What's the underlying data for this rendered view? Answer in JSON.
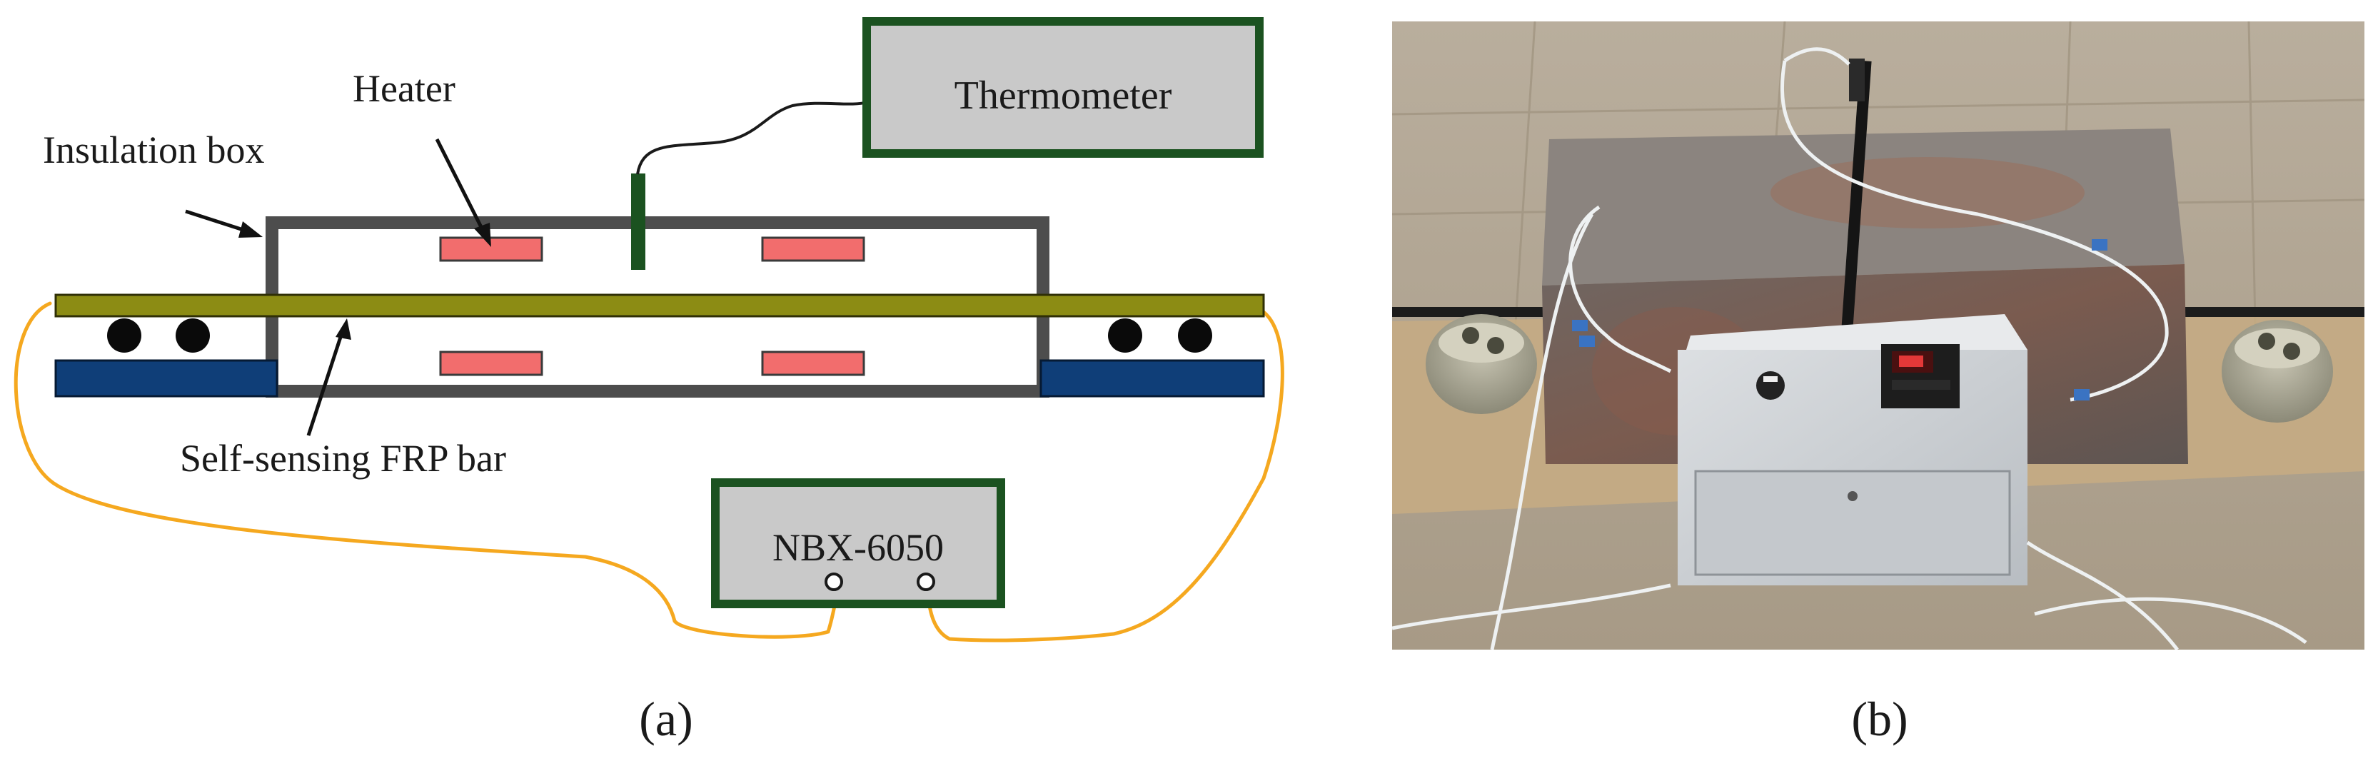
{
  "figure": {
    "panel_a": {
      "caption": "(a)",
      "labels": {
        "heater": "Heater",
        "insulation_box": "Insulation box",
        "thermometer": "Thermometer",
        "bar": "Self-sensing FRP bar",
        "meter": "NBX-6050"
      }
    },
    "panel_b": {
      "caption": "(b)"
    }
  },
  "colors": {
    "box_outline": "#4d4d4d",
    "heater": "#f26d6d",
    "bar": "#8c8c14",
    "support": "#0f3e78",
    "instrument_frame": "#1b5220",
    "instrument_fill": "#c9c9c9",
    "wire": "#f5a81f"
  }
}
